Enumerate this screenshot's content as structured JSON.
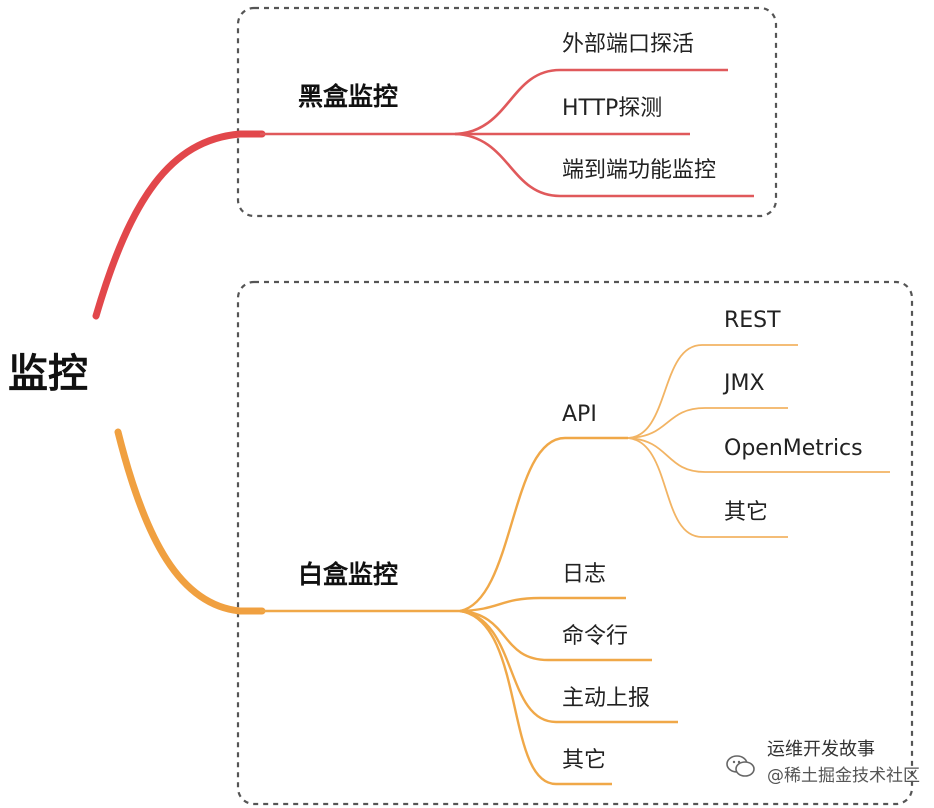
{
  "root": {
    "label": "监控"
  },
  "branches": [
    {
      "label": "黑盒监控",
      "color": "#e04a4a",
      "children": [
        {
          "label": "外部端口探活"
        },
        {
          "label": "HTTP探测"
        },
        {
          "label": "端到端功能监控"
        }
      ]
    },
    {
      "label": "白盒监控",
      "color": "#f0a040",
      "children": [
        {
          "label": "API",
          "children": [
            "REST",
            "JMX",
            "OpenMetrics",
            "其它"
          ]
        },
        {
          "label": "日志"
        },
        {
          "label": "命令行"
        },
        {
          "label": "主动上报"
        },
        {
          "label": "其它"
        }
      ]
    }
  ],
  "watermark": {
    "brand": "运维开发故事",
    "sub": "@稀土掘金技术社区"
  },
  "icons": [
    "wechat-icon"
  ]
}
